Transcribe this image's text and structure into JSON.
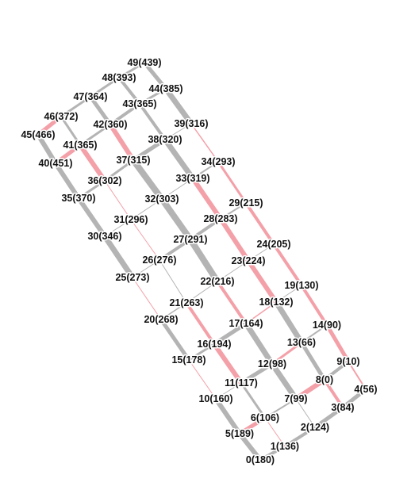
{
  "colors": {
    "gray": "#b4b4b4",
    "pink": "#f4a0a8",
    "text": "#111111"
  },
  "nodes": [
    {
      "id": 0,
      "label": "0(180)"
    },
    {
      "id": 1,
      "label": "1(136)"
    },
    {
      "id": 2,
      "label": "2(124)"
    },
    {
      "id": 3,
      "label": "3(84)"
    },
    {
      "id": 4,
      "label": "4(56)"
    },
    {
      "id": 5,
      "label": "5(189)"
    },
    {
      "id": 6,
      "label": "6(106)"
    },
    {
      "id": 7,
      "label": "7(99)"
    },
    {
      "id": 8,
      "label": "8(0)"
    },
    {
      "id": 9,
      "label": "9(10)"
    },
    {
      "id": 10,
      "label": "10(160)"
    },
    {
      "id": 11,
      "label": "11(117)"
    },
    {
      "id": 12,
      "label": "12(98)"
    },
    {
      "id": 13,
      "label": "13(66)"
    },
    {
      "id": 14,
      "label": "14(90)"
    },
    {
      "id": 15,
      "label": "15(178)"
    },
    {
      "id": 16,
      "label": "16(194)"
    },
    {
      "id": 17,
      "label": "17(164)"
    },
    {
      "id": 18,
      "label": "18(132)"
    },
    {
      "id": 19,
      "label": "19(130)"
    },
    {
      "id": 20,
      "label": "20(268)"
    },
    {
      "id": 21,
      "label": "21(263)"
    },
    {
      "id": 22,
      "label": "22(216)"
    },
    {
      "id": 23,
      "label": "23(224)"
    },
    {
      "id": 24,
      "label": "24(205)"
    },
    {
      "id": 25,
      "label": "25(273)"
    },
    {
      "id": 26,
      "label": "26(276)"
    },
    {
      "id": 27,
      "label": "27(291)"
    },
    {
      "id": 28,
      "label": "28(283)"
    },
    {
      "id": 29,
      "label": "29(215)"
    },
    {
      "id": 30,
      "label": "30(346)"
    },
    {
      "id": 31,
      "label": "31(296)"
    },
    {
      "id": 32,
      "label": "32(303)"
    },
    {
      "id": 33,
      "label": "33(319)"
    },
    {
      "id": 34,
      "label": "34(293)"
    },
    {
      "id": 35,
      "label": "35(370)"
    },
    {
      "id": 36,
      "label": "36(302)"
    },
    {
      "id": 37,
      "label": "37(315)"
    },
    {
      "id": 38,
      "label": "38(320)"
    },
    {
      "id": 39,
      "label": "39(316)"
    },
    {
      "id": 40,
      "label": "40(451)"
    },
    {
      "id": 41,
      "label": "41(365)"
    },
    {
      "id": 42,
      "label": "42(360)"
    },
    {
      "id": 43,
      "label": "43(365)"
    },
    {
      "id": 44,
      "label": "44(385)"
    },
    {
      "id": 45,
      "label": "45(466)"
    },
    {
      "id": 46,
      "label": "46(372)"
    },
    {
      "id": 47,
      "label": "47(364)"
    },
    {
      "id": 48,
      "label": "48(393)"
    },
    {
      "id": 49,
      "label": "49(439)"
    }
  ],
  "edges": [
    {
      "a": 0,
      "b": 1,
      "color": "gray"
    },
    {
      "a": 1,
      "b": 2,
      "color": "gray"
    },
    {
      "a": 2,
      "b": 3,
      "color": "gray"
    },
    {
      "a": 3,
      "b": 4,
      "color": "gray"
    },
    {
      "a": 5,
      "b": 6,
      "color": "pink"
    },
    {
      "a": 6,
      "b": 7,
      "color": "gray"
    },
    {
      "a": 7,
      "b": 8,
      "color": "pink"
    },
    {
      "a": 8,
      "b": 9,
      "color": "gray"
    },
    {
      "a": 10,
      "b": 11,
      "color": "gray"
    },
    {
      "a": 11,
      "b": 12,
      "color": "gray"
    },
    {
      "a": 12,
      "b": 13,
      "color": "pink"
    },
    {
      "a": 13,
      "b": 14,
      "color": "gray"
    },
    {
      "a": 15,
      "b": 16,
      "color": "gray"
    },
    {
      "a": 16,
      "b": 17,
      "color": "gray"
    },
    {
      "a": 17,
      "b": 18,
      "color": "pink"
    },
    {
      "a": 18,
      "b": 19,
      "color": "gray"
    },
    {
      "a": 20,
      "b": 21,
      "color": "gray"
    },
    {
      "a": 21,
      "b": 22,
      "color": "gray"
    },
    {
      "a": 22,
      "b": 23,
      "color": "gray"
    },
    {
      "a": 23,
      "b": 24,
      "color": "gray"
    },
    {
      "a": 25,
      "b": 26,
      "color": "gray"
    },
    {
      "a": 26,
      "b": 27,
      "color": "gray"
    },
    {
      "a": 27,
      "b": 28,
      "color": "gray"
    },
    {
      "a": 28,
      "b": 29,
      "color": "gray"
    },
    {
      "a": 30,
      "b": 31,
      "color": "gray"
    },
    {
      "a": 31,
      "b": 32,
      "color": "gray"
    },
    {
      "a": 32,
      "b": 33,
      "color": "gray"
    },
    {
      "a": 33,
      "b": 34,
      "color": "gray"
    },
    {
      "a": 35,
      "b": 36,
      "color": "gray"
    },
    {
      "a": 36,
      "b": 37,
      "color": "gray"
    },
    {
      "a": 37,
      "b": 38,
      "color": "gray"
    },
    {
      "a": 38,
      "b": 39,
      "color": "gray"
    },
    {
      "a": 40,
      "b": 41,
      "color": "pink"
    },
    {
      "a": 41,
      "b": 42,
      "color": "gray"
    },
    {
      "a": 42,
      "b": 43,
      "color": "gray"
    },
    {
      "a": 43,
      "b": 44,
      "color": "gray"
    },
    {
      "a": 45,
      "b": 46,
      "color": "pink"
    },
    {
      "a": 46,
      "b": 47,
      "color": "gray"
    },
    {
      "a": 47,
      "b": 48,
      "color": "gray"
    },
    {
      "a": 48,
      "b": 49,
      "color": "gray"
    },
    {
      "a": 0,
      "b": 5,
      "color": "gray"
    },
    {
      "a": 5,
      "b": 10,
      "color": "gray"
    },
    {
      "a": 10,
      "b": 15,
      "color": "pink"
    },
    {
      "a": 15,
      "b": 20,
      "color": "gray"
    },
    {
      "a": 20,
      "b": 25,
      "color": "pink"
    },
    {
      "a": 25,
      "b": 30,
      "color": "gray"
    },
    {
      "a": 30,
      "b": 35,
      "color": "gray"
    },
    {
      "a": 35,
      "b": 40,
      "color": "gray"
    },
    {
      "a": 40,
      "b": 45,
      "color": "gray"
    },
    {
      "a": 1,
      "b": 6,
      "color": "pink"
    },
    {
      "a": 6,
      "b": 11,
      "color": "gray"
    },
    {
      "a": 11,
      "b": 16,
      "color": "pink"
    },
    {
      "a": 16,
      "b": 21,
      "color": "pink"
    },
    {
      "a": 21,
      "b": 26,
      "color": "gray"
    },
    {
      "a": 26,
      "b": 31,
      "color": "pink"
    },
    {
      "a": 31,
      "b": 36,
      "color": "pink"
    },
    {
      "a": 36,
      "b": 41,
      "color": "pink"
    },
    {
      "a": 41,
      "b": 46,
      "color": "gray"
    },
    {
      "a": 2,
      "b": 7,
      "color": "gray"
    },
    {
      "a": 7,
      "b": 12,
      "color": "gray"
    },
    {
      "a": 12,
      "b": 17,
      "color": "gray"
    },
    {
      "a": 17,
      "b": 22,
      "color": "pink"
    },
    {
      "a": 22,
      "b": 27,
      "color": "gray"
    },
    {
      "a": 27,
      "b": 32,
      "color": "gray"
    },
    {
      "a": 32,
      "b": 37,
      "color": "gray"
    },
    {
      "a": 37,
      "b": 42,
      "color": "pink"
    },
    {
      "a": 42,
      "b": 47,
      "color": "gray"
    },
    {
      "a": 3,
      "b": 8,
      "color": "pink"
    },
    {
      "a": 8,
      "b": 13,
      "color": "gray"
    },
    {
      "a": 13,
      "b": 18,
      "color": "gray"
    },
    {
      "a": 18,
      "b": 23,
      "color": "pink"
    },
    {
      "a": 23,
      "b": 28,
      "color": "pink"
    },
    {
      "a": 28,
      "b": 33,
      "color": "pink"
    },
    {
      "a": 33,
      "b": 38,
      "color": "gray"
    },
    {
      "a": 38,
      "b": 43,
      "color": "gray"
    },
    {
      "a": 43,
      "b": 48,
      "color": "gray"
    },
    {
      "a": 4,
      "b": 9,
      "color": "pink"
    },
    {
      "a": 9,
      "b": 14,
      "color": "pink"
    },
    {
      "a": 14,
      "b": 19,
      "color": "pink"
    },
    {
      "a": 19,
      "b": 24,
      "color": "pink"
    },
    {
      "a": 24,
      "b": 29,
      "color": "pink"
    },
    {
      "a": 29,
      "b": 34,
      "color": "pink"
    },
    {
      "a": 34,
      "b": 39,
      "color": "pink"
    },
    {
      "a": 39,
      "b": 44,
      "color": "gray"
    },
    {
      "a": 44,
      "b": 49,
      "color": "gray"
    }
  ]
}
